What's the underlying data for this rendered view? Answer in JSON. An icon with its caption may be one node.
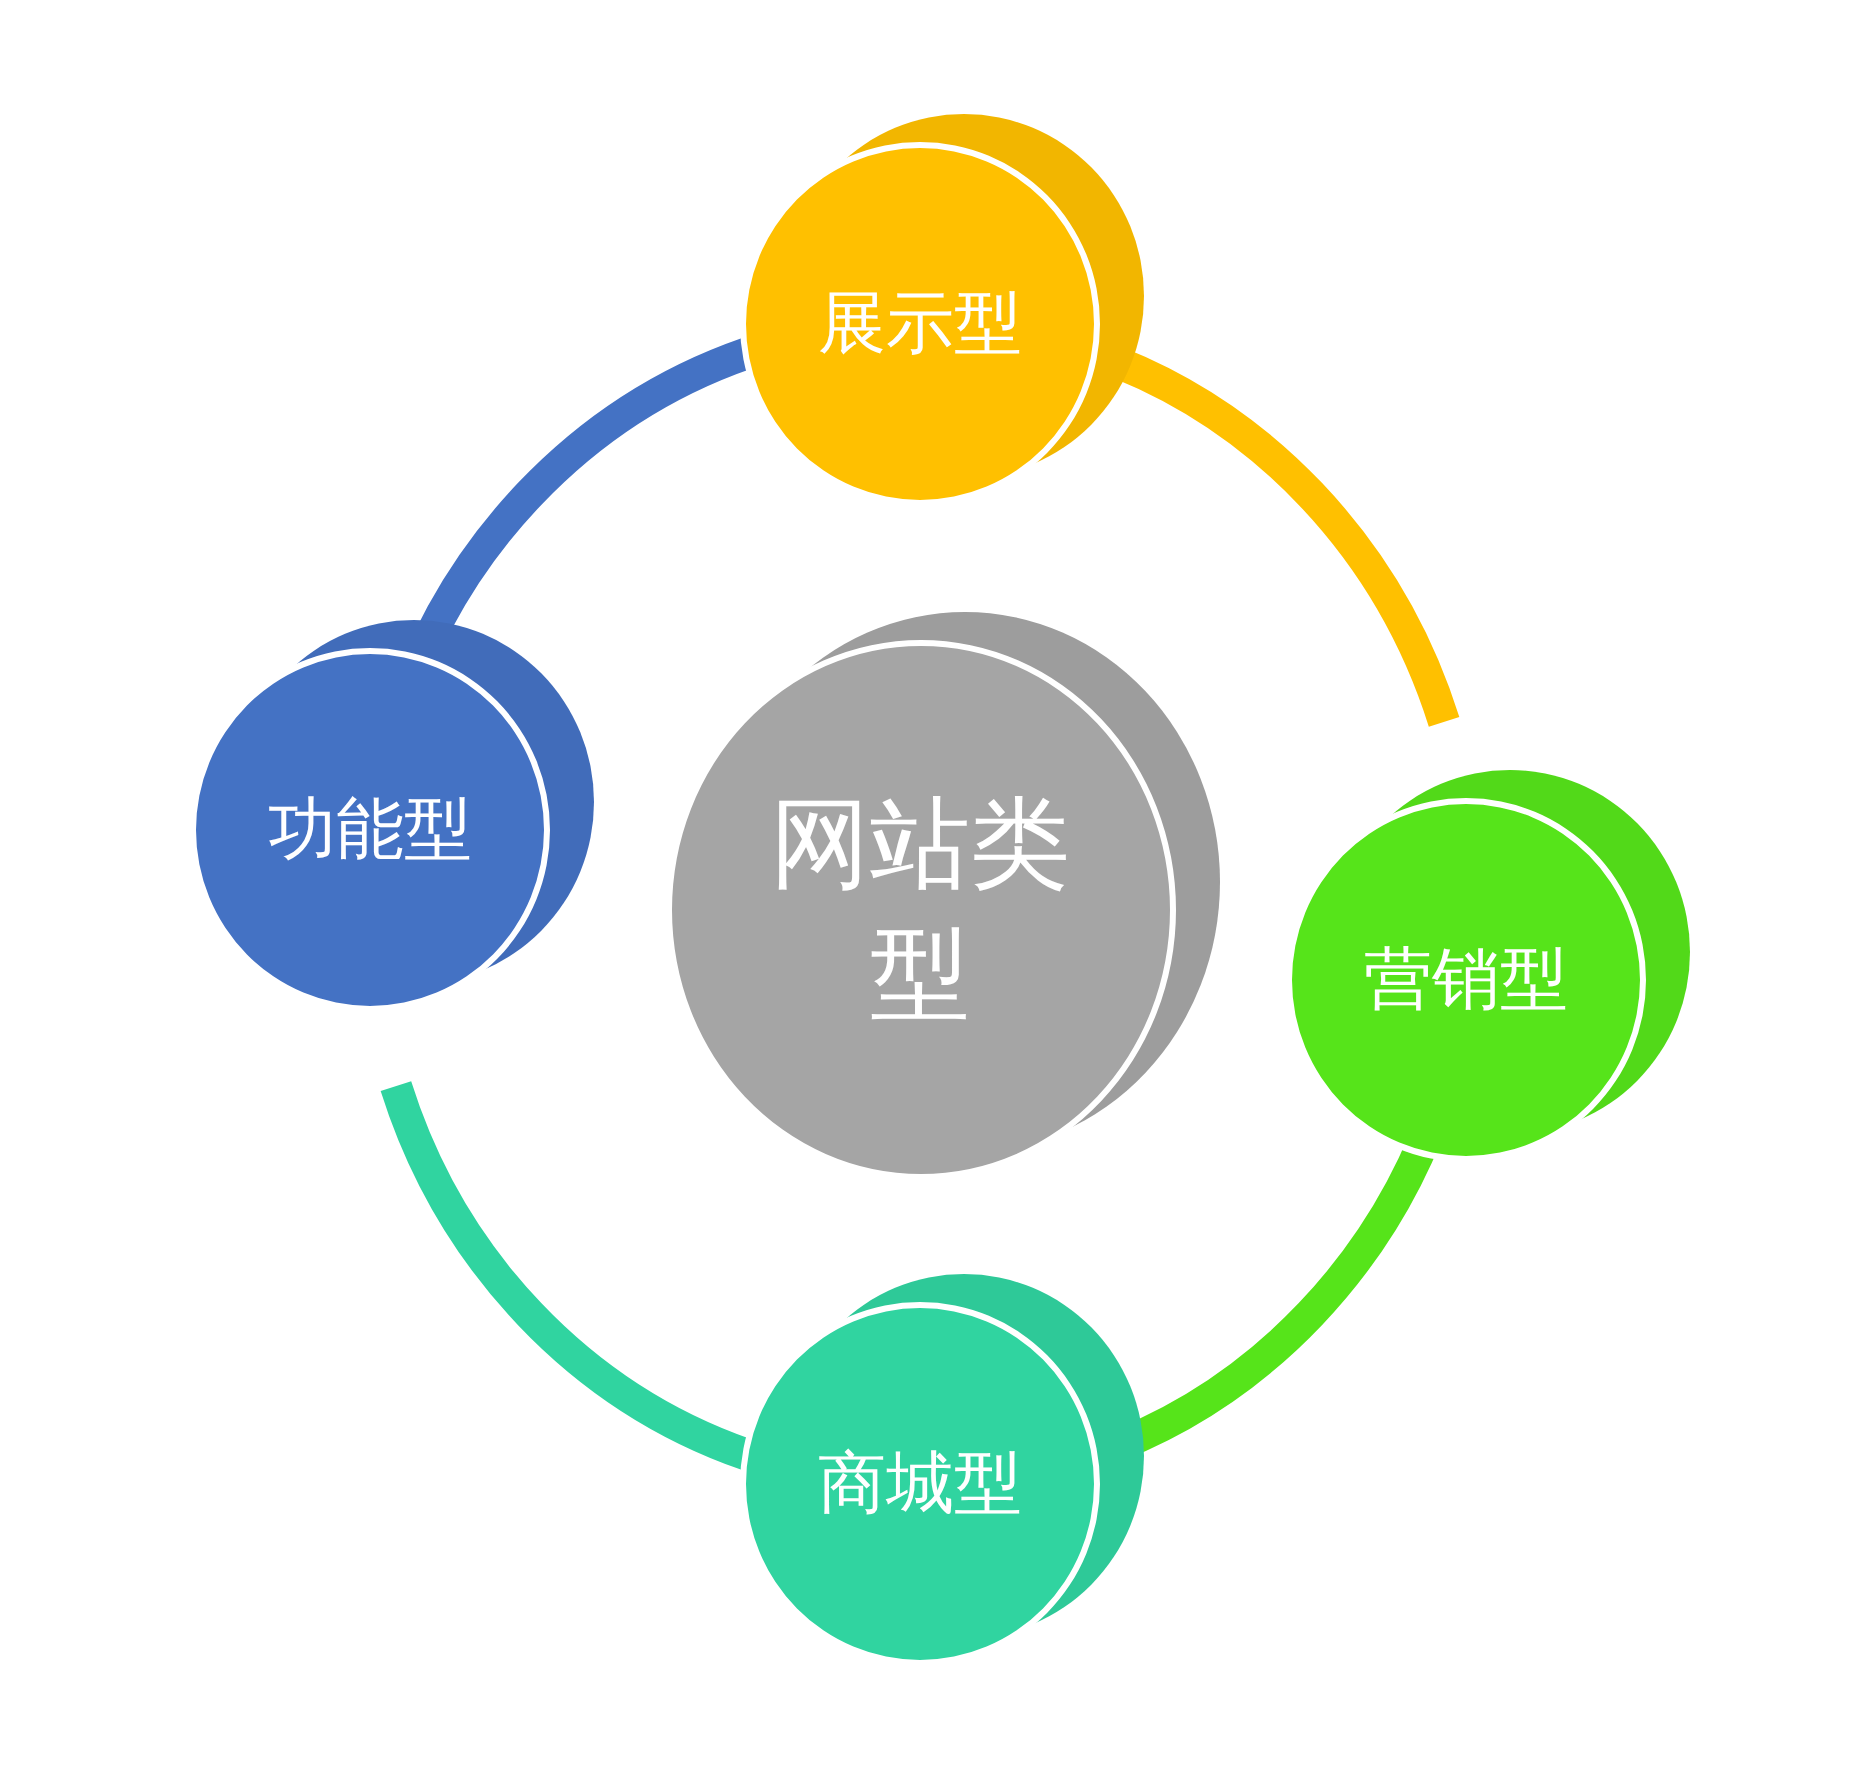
{
  "diagram": {
    "nodes": [
      {
        "text": [
          "网站类型"
        ]
      },
      {
        "text": [
          "展示型"
        ]
      },
      {
        "text": [
          "营销型"
        ]
      },
      {
        "text": [
          "商城型"
        ]
      },
      {
        "text": [
          "功能型"
        ]
      }
    ],
    "edges": [
      {
        "from": 1,
        "to": 2,
        "arrow": "none",
        "color": "#ffc000"
      },
      {
        "from": 2,
        "to": 3,
        "arrow": "none",
        "color": "#56e41a"
      },
      {
        "from": 3,
        "to": 4,
        "arrow": "none",
        "color": "#30d4a0"
      },
      {
        "from": 4,
        "to": 1,
        "arrow": "none",
        "color": "#4472c4"
      }
    ]
  }
}
